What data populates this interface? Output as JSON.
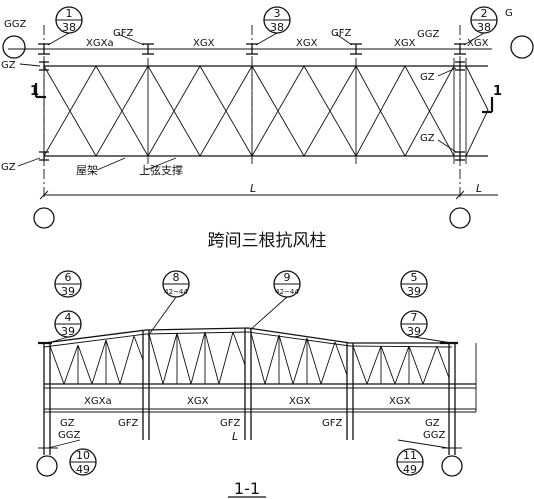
{
  "plan": {
    "title": "跨间三根抗风柱",
    "symbols": [
      {
        "num": "1",
        "sheet": "38"
      },
      {
        "num": "3",
        "sheet": "38"
      },
      {
        "num": "2",
        "sheet": "38"
      }
    ],
    "labels": {
      "ggz_left": "GGZ",
      "ggz_right": "GGZ",
      "gfz_left": "GFZ",
      "gfz_mid": "GFZ",
      "xgxa": "XGXa",
      "xgx": "XGX",
      "gz": "GZ",
      "roof_truss": "屋架",
      "top_chord_brace": "上弦支撑",
      "span_l": "L",
      "section_mark": "1",
      "edge_g": "G"
    }
  },
  "elevation": {
    "title": "1-1",
    "symbols": [
      {
        "num": "6",
        "sheet": "39"
      },
      {
        "num": "4",
        "sheet": "39"
      },
      {
        "num": "8",
        "sheet": "42~44"
      },
      {
        "num": "9",
        "sheet": "42~44"
      },
      {
        "num": "5",
        "sheet": "39"
      },
      {
        "num": "7",
        "sheet": "39"
      },
      {
        "num": "10",
        "sheet": "49"
      },
      {
        "num": "11",
        "sheet": "49"
      }
    ],
    "labels": {
      "xgxa": "XGXa",
      "xgx": "XGX",
      "gz": "GZ",
      "ggz": "GGZ",
      "gfz": "GFZ",
      "span_l": "L"
    }
  }
}
